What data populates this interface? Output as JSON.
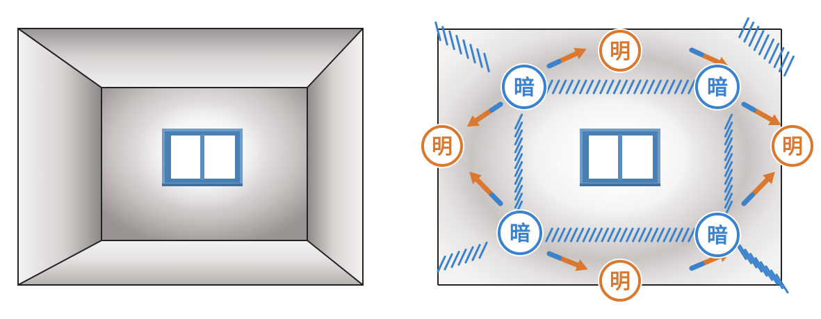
{
  "diagram": {
    "dark_label": "暗",
    "bright_label": "明",
    "colors": {
      "dark": "#3a82cc",
      "bright": "#d9782e",
      "frame": "#4a7fb3",
      "outline": "#222222"
    },
    "dark_markers": [
      {
        "id": "dark-top-left"
      },
      {
        "id": "dark-top-right"
      },
      {
        "id": "dark-bottom-left"
      },
      {
        "id": "dark-bottom-right"
      }
    ],
    "bright_markers": [
      {
        "id": "bright-top"
      },
      {
        "id": "bright-left"
      },
      {
        "id": "bright-right"
      },
      {
        "id": "bright-bottom"
      }
    ]
  }
}
